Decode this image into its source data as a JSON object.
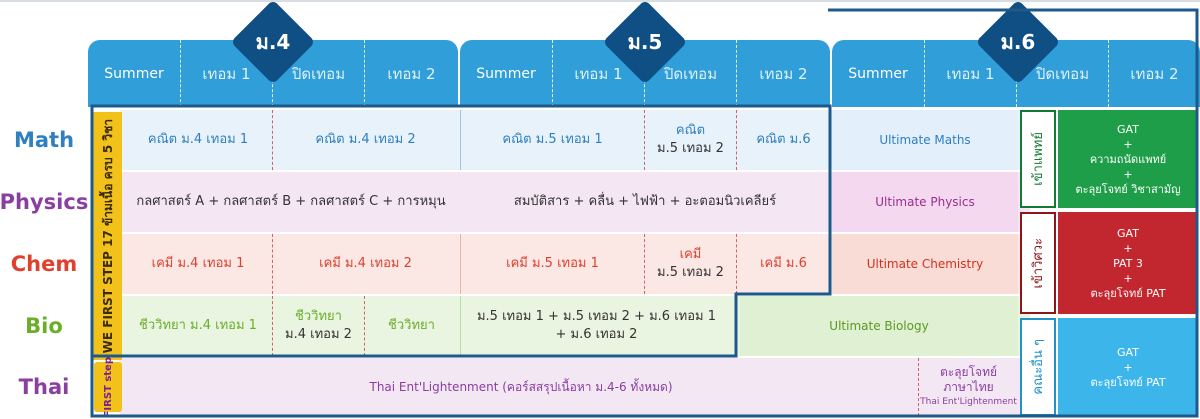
{
  "grades": [
    {
      "label": "ม.4",
      "terms": [
        "Summer",
        "เทอม 1",
        "ปิดเทอม",
        "เทอม 2"
      ]
    },
    {
      "label": "ม.5",
      "terms": [
        "Summer",
        "เทอม 1",
        "ปิดเทอม",
        "เทอม 2"
      ]
    },
    {
      "label": "ม.6",
      "terms": [
        "Summer",
        "เทอม 1",
        "ปิดเทอม",
        "เทอม 2"
      ]
    }
  ],
  "subjects": {
    "math": "Math",
    "physics": "Physics",
    "chem": "Chem",
    "bio": "Bio",
    "thai": "Thai"
  },
  "vertical_banner": "WE FIRST STEP 17 ข้ามเนื้อ ครบ 5 วิชา",
  "logo_text": "FIRST step",
  "math": {
    "m4t1": "คณิต ม.4 เทอม 1",
    "m4t2": "คณิต ม.4 เทอม 2",
    "m5t1": "คณิต ม.5 เทอม 1",
    "m5break_a": "คณิต",
    "m5break_b": "ม.5 เทอม 2",
    "m6": "คณิต ม.6",
    "ultimate": "Ultimate Maths"
  },
  "physics": {
    "m4": "กลศาสตร์ A + กลศาสตร์ B + กลศาสตร์ C + การหมุน",
    "m5": "สมบัติสาร + คลื่น + ไฟฟ้า + อะตอมนิวเคลียร์",
    "ultimate": "Ultimate Physics"
  },
  "chem": {
    "m4t1": "เคมี ม.4 เทอม 1",
    "m4t2": "เคมี ม.4 เทอม 2",
    "m5t1": "เคมี ม.5 เทอม 1",
    "m5break_a": "เคมี",
    "m5break_b": "ม.5 เทอม 2",
    "m6": "เคมี ม.6",
    "ultimate": "Ultimate Chemistry"
  },
  "bio": {
    "m4t1": "ชีววิทยา ม.4 เทอม 1",
    "m4break_a": "ชีววิทยา",
    "m4break_b": "ม.4 เทอม 2",
    "m4t2": "ชีววิทยา",
    "m5_a": "ม.5 เทอม 1 + ม.5 เทอม 2 + ม.6 เทอม 1",
    "m5_b": "+ ม.6 เทอม 2",
    "ultimate": "Ultimate Biology"
  },
  "thai": {
    "main": "Thai Ent'Lightenment (คอร์สสรุปเนื้อหา ม.4-6 ทั้งหมด)",
    "cram_a": "ตะลุยโจทย์",
    "cram_b": "ภาษาไทย",
    "cram_c": "Thai Ent'Lightenment"
  },
  "tracks": [
    {
      "label": "เข้าแพทย์",
      "lines": [
        "GAT",
        "+",
        "ความถนัดแพทย์",
        "+",
        "ตะลุยโจทย์ วิชาสามัญ"
      ],
      "color": "#1f9e4a",
      "dark": "#117a34"
    },
    {
      "label": "เข้าวิศวะ",
      "lines": [
        "GAT",
        "+",
        "PAT 3",
        "+",
        "ตะลุยโจทย์ PAT"
      ],
      "color": "#c2262e",
      "dark": "#8f1519"
    },
    {
      "label": "คณะอื่น ๆ",
      "lines": [
        "GAT",
        "+",
        "ตะลุยโจทย์ PAT"
      ],
      "color": "#3cb6ea",
      "dark": "#2193c6"
    }
  ]
}
